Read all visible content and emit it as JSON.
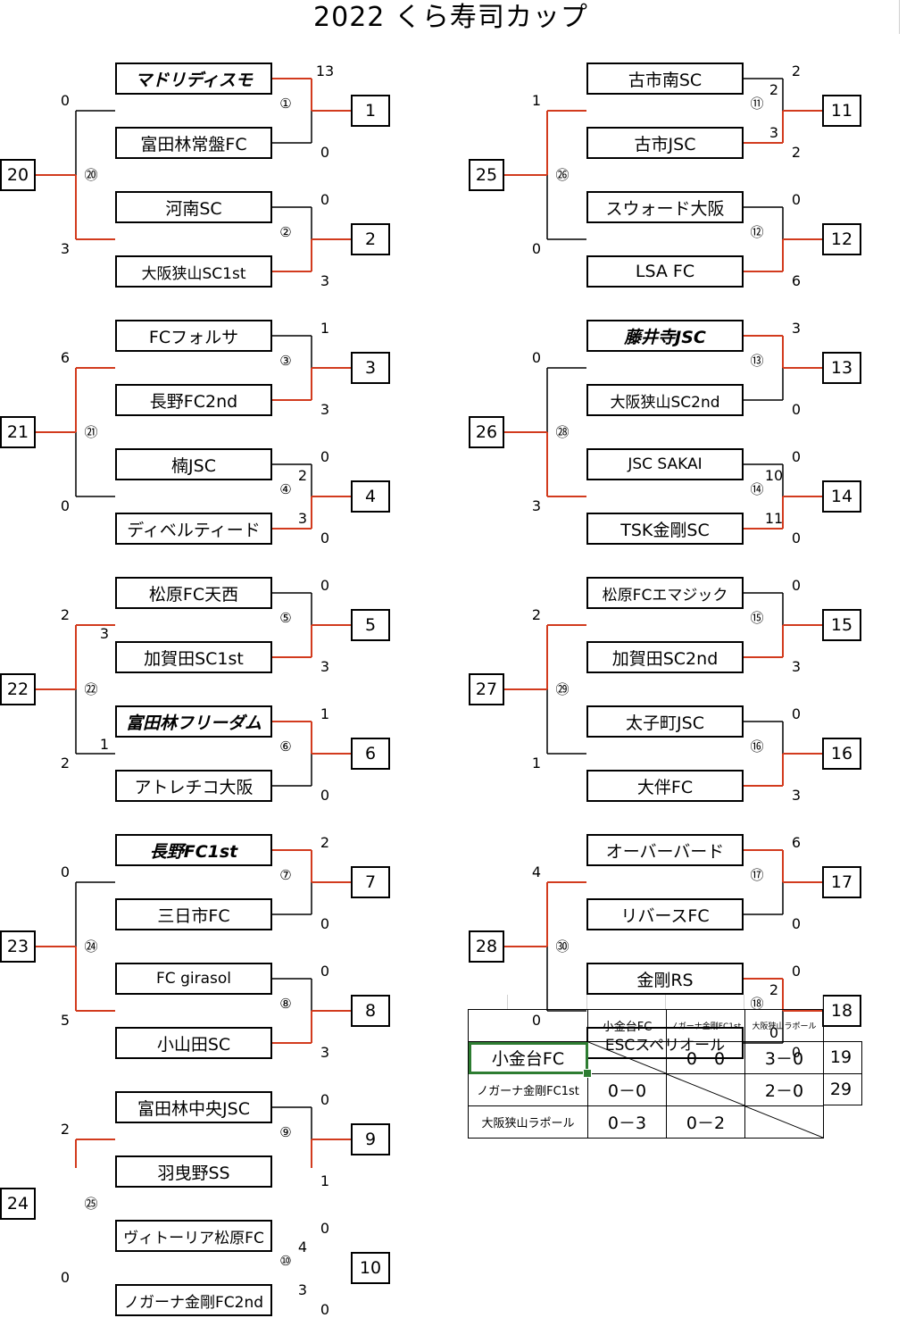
{
  "title": "2022 くら寿司カップ",
  "teams": [
    {
      "name": "マドリディスモ",
      "hl": true
    },
    {
      "name": "富田林常盤FC",
      "hl": false
    },
    {
      "name": "河南SC",
      "hl": false
    },
    {
      "name": "大阪狭山SC1st",
      "hl": false
    },
    {
      "name": "FCフォルサ",
      "hl": false
    },
    {
      "name": "長野FC2nd",
      "hl": false
    },
    {
      "name": "楠JSC",
      "hl": false
    },
    {
      "name": "ディベルティード",
      "hl": false
    },
    {
      "name": "松原FC天西",
      "hl": false
    },
    {
      "name": "加賀田SC1st",
      "hl": false
    },
    {
      "name": "富田林フリーダム",
      "hl": true
    },
    {
      "name": "アトレチコ大阪",
      "hl": false
    },
    {
      "name": "長野FC1st",
      "hl": true
    },
    {
      "name": "三日市FC",
      "hl": false
    },
    {
      "name": "FC girasol",
      "hl": false
    },
    {
      "name": "小山田SC",
      "hl": false
    },
    {
      "name": "富田林中央JSC",
      "hl": false
    },
    {
      "name": "羽曳野SS",
      "hl": false
    },
    {
      "name": "ヴィトーリア松原FC",
      "hl": false
    },
    {
      "name": "ノガーナ金剛FC2nd",
      "hl": false
    },
    {
      "name": "古市南SC",
      "hl": false
    },
    {
      "name": "古市JSC",
      "hl": false
    },
    {
      "name": "スウォード大阪",
      "hl": false
    },
    {
      "name": "LSA FC",
      "hl": false
    },
    {
      "name": "藤井寺JSC",
      "hl": true
    },
    {
      "name": "大阪狭山SC2nd",
      "hl": false
    },
    {
      "name": "JSC SAKAI",
      "hl": false
    },
    {
      "name": "TSK金剛SC",
      "hl": false
    },
    {
      "name": "松原FCエマジック",
      "hl": false
    },
    {
      "name": "加賀田SC2nd",
      "hl": false
    },
    {
      "name": "太子町JSC",
      "hl": false
    },
    {
      "name": "大伴FC",
      "hl": false
    },
    {
      "name": "オーバーバード",
      "hl": false
    },
    {
      "name": "リバースFC",
      "hl": false
    },
    {
      "name": "金剛RS",
      "hl": false
    },
    {
      "name": "ESCスペリオール",
      "hl": false
    }
  ],
  "first_round": [
    {
      "match": "①",
      "winner_box": "1",
      "top_score": "13",
      "bottom_score": "0"
    },
    {
      "match": "②",
      "winner_box": "2",
      "top_score": "0",
      "bottom_score": "3"
    },
    {
      "match": "③",
      "winner_box": "3",
      "top_score": "1",
      "bottom_score": "3"
    },
    {
      "match": "④",
      "winner_box": "4",
      "top_score": "0",
      "bottom_score": "0",
      "pk_top": "2",
      "pk_bottom": "3"
    },
    {
      "match": "⑤",
      "winner_box": "5",
      "top_score": "0",
      "bottom_score": "3"
    },
    {
      "match": "⑥",
      "winner_box": "6",
      "top_score": "1",
      "bottom_score": "0"
    },
    {
      "match": "⑦",
      "winner_box": "7",
      "top_score": "2",
      "bottom_score": "0"
    },
    {
      "match": "⑧",
      "winner_box": "8",
      "top_score": "0",
      "bottom_score": "3"
    },
    {
      "match": "⑨",
      "winner_box": "9",
      "top_score": "0",
      "bottom_score": "1"
    },
    {
      "match": "⑩",
      "winner_box": "10",
      "top_score": "0",
      "bottom_score": "0",
      "pk_top": "4",
      "pk_bottom": "3"
    },
    {
      "match": "⑪",
      "winner_box": "11",
      "top_score": "2",
      "bottom_score": "2",
      "pk_top": "2",
      "pk_bottom": "3"
    },
    {
      "match": "⑫",
      "winner_box": "12",
      "top_score": "0",
      "bottom_score": "6"
    },
    {
      "match": "⑬",
      "winner_box": "13",
      "top_score": "3",
      "bottom_score": "0"
    },
    {
      "match": "⑭",
      "winner_box": "14",
      "top_score": "0",
      "bottom_score": "0",
      "pk_top": "10",
      "pk_bottom": "11"
    },
    {
      "match": "⑮",
      "winner_box": "15",
      "top_score": "0",
      "bottom_score": "3"
    },
    {
      "match": "⑯",
      "winner_box": "16",
      "top_score": "0",
      "bottom_score": "3"
    },
    {
      "match": "⑰",
      "winner_box": "17",
      "top_score": "6",
      "bottom_score": "0"
    },
    {
      "match": "⑱",
      "winner_box": "18",
      "top_score": "0",
      "bottom_score": "0",
      "pk_top": "2",
      "pk_bottom": "0"
    }
  ],
  "second_round": [
    {
      "match": "⑳",
      "winner_box": "20",
      "top_score": "0",
      "bottom_score": "3"
    },
    {
      "match": "㉑",
      "winner_box": "21",
      "top_score": "6",
      "bottom_score": "0"
    },
    {
      "match": "㉒",
      "winner_box": "22",
      "top_score": "2",
      "bottom_score": "2",
      "pk_top": "3",
      "pk_bottom": "1"
    },
    {
      "match": "㉔",
      "winner_box": "23",
      "top_score": "0",
      "bottom_score": "5"
    },
    {
      "match": "㉕",
      "winner_box": "24",
      "top_score": "2",
      "bottom_score": "0"
    },
    {
      "match": "㉖",
      "winner_box": "25",
      "top_score": "1",
      "bottom_score": "0"
    },
    {
      "match": "㉘",
      "winner_box": "26",
      "top_score": "0",
      "bottom_score": "3"
    },
    {
      "match": "㉙",
      "winner_box": "27",
      "top_score": "2",
      "bottom_score": "1"
    },
    {
      "match": "㉚",
      "winner_box": "28",
      "top_score": "4",
      "bottom_score": "0"
    }
  ],
  "league": {
    "columns": [
      "小金台FC",
      "ノガーナ金剛FC1st",
      "大阪狭山ラポール"
    ],
    "rows": [
      {
        "team": "小金台FC",
        "cells": [
          "",
          "0－0",
          "3－0"
        ],
        "side": "19"
      },
      {
        "team": "ノガーナ金剛FC1st",
        "cells": [
          "0－0",
          "",
          "2－0"
        ],
        "side": "29"
      },
      {
        "team": "大阪狭山ラポール",
        "cells": [
          "0－3",
          "0－2",
          ""
        ],
        "side": ""
      }
    ]
  },
  "colors": {
    "win_line": "#d23b1e",
    "line": "#000000",
    "selection": "#2e7d32"
  }
}
